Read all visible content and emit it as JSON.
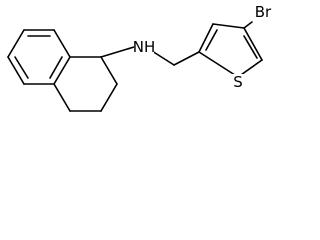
{
  "molecule": {
    "name": "",
    "atom_labels": {
      "bromine": "Br",
      "amine": "NH",
      "sulfur": "S"
    }
  }
}
